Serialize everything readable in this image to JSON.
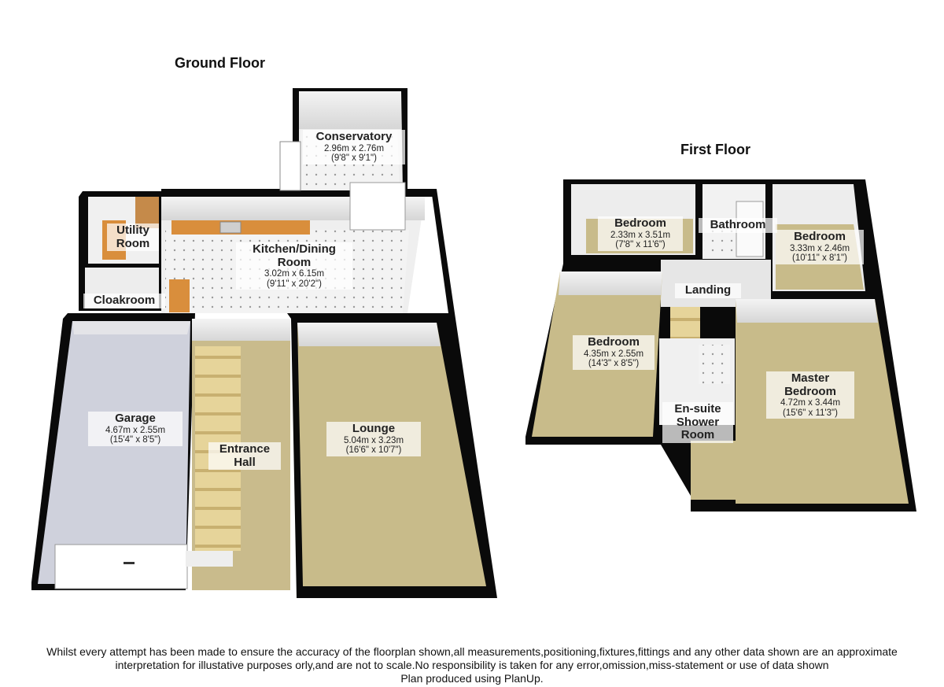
{
  "ground_floor": {
    "title": "Ground Floor",
    "rooms": [
      {
        "id": "conservatory",
        "name": "Conservatory",
        "dims_metric": "2.96m x 2.76m",
        "dims_imperial": "(9'8\" x 9'1\")"
      },
      {
        "id": "utility",
        "name": "Utility Room",
        "dims_metric": "",
        "dims_imperial": ""
      },
      {
        "id": "kitchen",
        "name": "Kitchen/Dining Room",
        "dims_metric": "3.02m x 6.15m",
        "dims_imperial": "(9'11\" x 20'2\")"
      },
      {
        "id": "cloakroom",
        "name": "Cloakroom",
        "dims_metric": "",
        "dims_imperial": ""
      },
      {
        "id": "garage",
        "name": "Garage",
        "dims_metric": "4.67m x 2.55m",
        "dims_imperial": "(15'4\" x 8'5\")"
      },
      {
        "id": "hall",
        "name": "Entrance Hall",
        "dims_metric": "",
        "dims_imperial": ""
      },
      {
        "id": "lounge",
        "name": "Lounge",
        "dims_metric": "5.04m x 3.23m",
        "dims_imperial": "(16'6\" x 10'7\")"
      }
    ]
  },
  "first_floor": {
    "title": "First Floor",
    "rooms": [
      {
        "id": "bed2",
        "name": "Bedroom",
        "dims_metric": "2.33m x 3.51m",
        "dims_imperial": "(7'8\" x 11'6\")"
      },
      {
        "id": "bathroom",
        "name": "Bathroom",
        "dims_metric": "",
        "dims_imperial": ""
      },
      {
        "id": "bed3",
        "name": "Bedroom",
        "dims_metric": "3.33m x 2.46m",
        "dims_imperial": "(10'11\" x 8'1\")"
      },
      {
        "id": "landing",
        "name": "Landing",
        "dims_metric": "",
        "dims_imperial": ""
      },
      {
        "id": "bed1",
        "name": "Bedroom",
        "dims_metric": "4.35m x 2.55m",
        "dims_imperial": "(14'3\" x 8'5\")"
      },
      {
        "id": "master",
        "name": "Master Bedroom",
        "dims_metric": "4.72m x 3.44m",
        "dims_imperial": "(15'6\" x 11'3\")"
      },
      {
        "id": "ensuite",
        "name": "En-suite Shower Room",
        "dims_metric": "",
        "dims_imperial": ""
      }
    ]
  },
  "disclaimer": {
    "line1": "Whilst every attempt has been made to ensure the accuracy of the floorplan shown,all measurements,positioning,fixtures,fittings and any other data shown are an approximate",
    "line2": "interpretation for illustative purposes orly,and are not to scale.No responsibility is taken for any error,omission,miss-statement or use of data shown",
    "line3": "Plan produced using PlanUp."
  },
  "colors": {
    "wall": "#0a0a0a",
    "wall_face": "#e9e9e9",
    "carpet": "#cdbf92",
    "tile": "#f1f1f1",
    "garage_floor": "#c9cbd6",
    "worktop": "#d98e3c",
    "stairs": "#e3cf93"
  }
}
